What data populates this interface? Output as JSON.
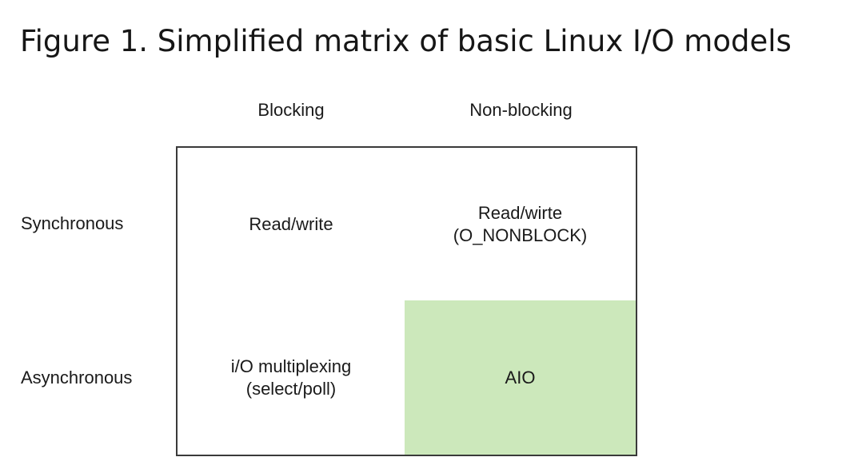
{
  "caption": "Figure 1. Simplified matrix of basic Linux I/O models",
  "matrix": {
    "columns": [
      "Blocking",
      "Non-blocking"
    ],
    "rows": [
      "Synchronous",
      "Asynchronous"
    ],
    "cells": {
      "sync_blocking": [
        "Read/write"
      ],
      "sync_nonblocking": [
        "Read/wirte",
        "(O_NONBLOCK)"
      ],
      "async_blocking": [
        "i/O multiplexing",
        "(select/poll)"
      ],
      "async_nonblocking": [
        "AIO"
      ]
    },
    "highlight_color": "#cce8bb",
    "border_color": "#3a3a3a"
  }
}
